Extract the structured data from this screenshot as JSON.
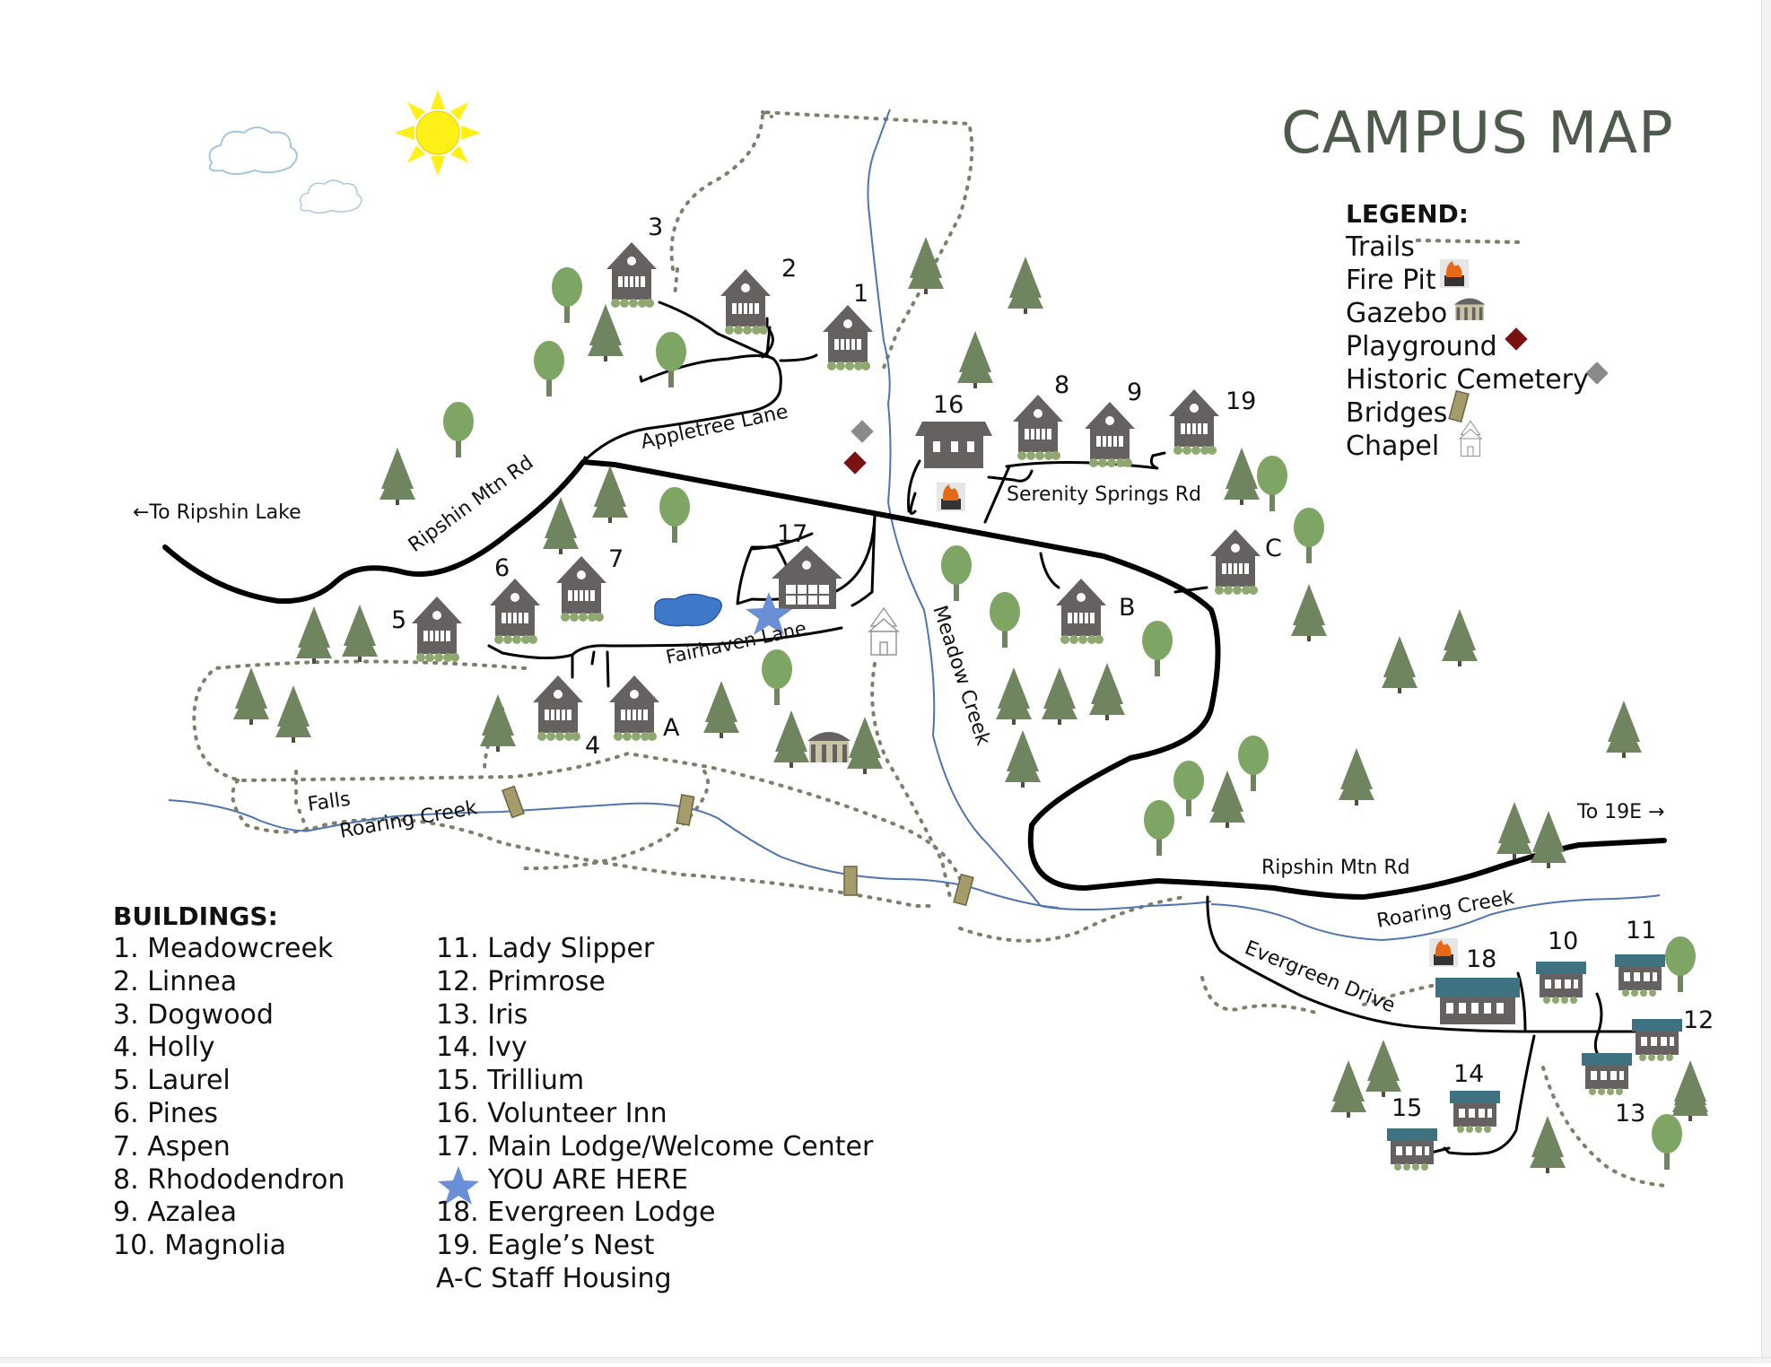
{
  "title": "CAMPUS MAP",
  "legend": {
    "heading": "LEGEND:",
    "items": [
      {
        "label": "Trails",
        "icon": "trail-dots-icon"
      },
      {
        "label": "Fire Pit",
        "icon": "fire-pit-icon"
      },
      {
        "label": "Gazebo",
        "icon": "gazebo-icon"
      },
      {
        "label": "Playground",
        "icon": "red-diamond-icon",
        "color": "#7a1212"
      },
      {
        "label": "Historic Cemetery",
        "icon": "gray-diamond-icon",
        "color": "#8a8a8a"
      },
      {
        "label": "Bridges",
        "icon": "bridge-icon"
      },
      {
        "label": "Chapel",
        "icon": "chapel-icon"
      }
    ]
  },
  "buildings_heading": "BUILDINGS:",
  "buildings_col1": [
    "1. Meadowcreek",
    "2. Linnea",
    "3. Dogwood",
    "4. Holly",
    "5. Laurel",
    "6. Pines",
    "7. Aspen",
    "8. Rhododendron",
    "9. Azalea",
    "10. Magnolia"
  ],
  "buildings_col2": [
    "11. Lady Slipper",
    "12. Primrose",
    "13. Iris",
    "14. Ivy",
    "15. Trillium",
    "16. Volunteer Inn",
    "17. Main Lodge/Welcome Center",
    "YOU ARE HERE",
    "18. Evergreen Lodge",
    "19. Eagle’s Nest",
    "A-C Staff Housing"
  ],
  "map_labels": {
    "to_lake": "←To Ripshin Lake",
    "ripshin_upper": "Ripshin Mtn Rd",
    "ripshin_lower": "Ripshin Mtn Rd",
    "appletree": "Appletree Lane",
    "serenity": "Serenity Springs Rd",
    "fairhaven": "Fairhaven Lane",
    "meadow_creek": "Meadow Creek",
    "falls": "Falls",
    "roaring_west": "Roaring Creek",
    "roaring_east": "Roaring Creek",
    "evergreen": "Evergreen Drive",
    "to_19e": "To 19E →"
  },
  "house_numbers": {
    "n1": "1",
    "n2": "2",
    "n3": "3",
    "n4": "4",
    "n5": "5",
    "n6": "6",
    "n7": "7",
    "n8": "8",
    "n9": "9",
    "n10": "10",
    "n11": "11",
    "n12": "12",
    "n13": "13",
    "n14": "14",
    "n15": "15",
    "n16": "16",
    "n17": "17",
    "n18": "18",
    "n19": "19",
    "nA": "A",
    "nB": "B",
    "nC": "C"
  },
  "colors": {
    "road": "#000000",
    "trail": "#7a806a",
    "creek": "#4f74b0",
    "house": "#666161",
    "cabin_roof": "#3f7280",
    "tree_conifer": "#6f8560",
    "tree_leaf": "#7ea563",
    "pond": "#3e78c9",
    "sun": "#fff018",
    "star": "#6b8fd6"
  }
}
